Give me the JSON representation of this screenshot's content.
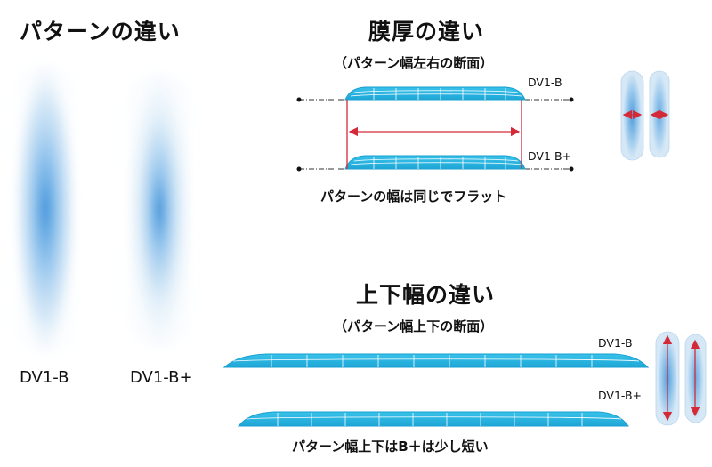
{
  "left_panel": {
    "title": "パターンの違い",
    "pattern_a_label": "DV1-B",
    "pattern_b_label": "DV1-B+"
  },
  "thickness_panel": {
    "title": "膜厚の違い",
    "subtitle": "（パターン幅左右の断面）",
    "top_label": "DV1-B",
    "bottom_label": "DV1-B+",
    "caption": "パターンの幅は同じでフラット"
  },
  "length_panel": {
    "title": "上下幅の違い",
    "subtitle": "（パターン幅上下の断面）",
    "top_label": "DV1-B",
    "bottom_label": "DV1-B+",
    "caption": "パターン幅上下はB＋は少し短い"
  },
  "colors": {
    "pattern_blue": "#3a8fd8",
    "pattern_pale": "#d6e8f6",
    "section_cyan": "#29b4e0",
    "marker_red": "#d42a38"
  }
}
